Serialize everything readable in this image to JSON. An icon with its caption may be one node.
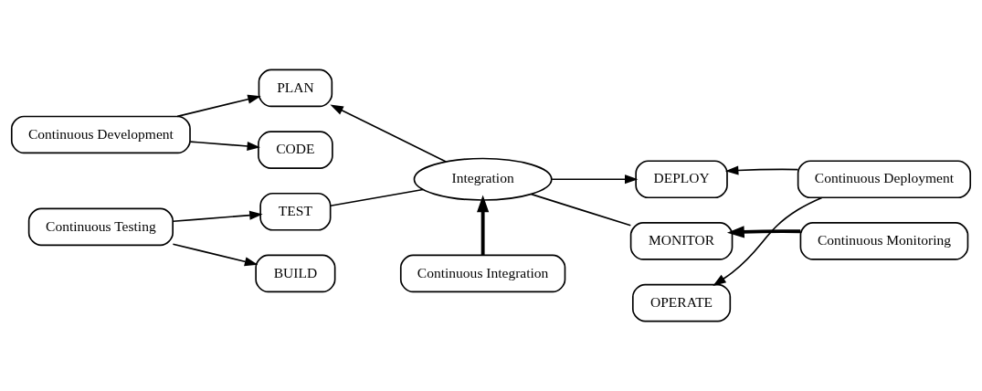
{
  "diagram": {
    "nodes": [
      {
        "text": [
          "Continuous Development"
        ]
      },
      {
        "text": [
          "PLAN"
        ]
      },
      {
        "text": [
          "CODE"
        ]
      },
      {
        "text": [
          "Continuous Testing"
        ]
      },
      {
        "text": [
          "BUILD"
        ]
      },
      {
        "text": [
          "TEST"
        ]
      },
      {
        "text": [
          "Integration"
        ]
      },
      {
        "text": [
          "DEPLOY"
        ]
      },
      {
        "text": [
          "OPERATE"
        ]
      },
      {
        "text": [
          "Continuous Deployment"
        ]
      },
      {
        "text": [
          "MONITOR"
        ]
      },
      {
        "text": [
          "Continuous Monitoring"
        ]
      },
      {
        "text": [
          "Continuous Integration"
        ]
      }
    ],
    "edges": [
      {
        "from": 0,
        "to": 1,
        "arrow": "to"
      },
      {
        "from": 0,
        "to": 2,
        "arrow": "to"
      },
      {
        "from": 3,
        "to": 4,
        "arrow": "to"
      },
      {
        "from": 3,
        "to": 5,
        "arrow": "to"
      },
      {
        "from": 6,
        "to": 1,
        "arrow": "to"
      },
      {
        "from": 6,
        "to": 7,
        "arrow": "to"
      },
      {
        "from": 5,
        "to": 6,
        "arrow": "none"
      },
      {
        "from": 10,
        "to": 6,
        "arrow": "none"
      },
      {
        "from": 9,
        "to": 7,
        "arrow": "to"
      },
      {
        "from": 9,
        "to": 8,
        "arrow": "to"
      },
      {
        "from": 11,
        "to": 10,
        "arrow": "to",
        "style": "thick"
      },
      {
        "from": 12,
        "to": 6,
        "arrow": "to",
        "style": "thick"
      }
    ]
  }
}
